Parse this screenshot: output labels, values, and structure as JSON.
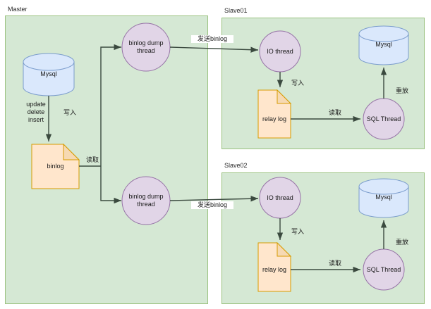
{
  "diagram": {
    "title_master": "Master",
    "title_slave01": "Slave01",
    "title_slave02": "Slave02",
    "colors": {
      "panel_fill": "#d5e8d4",
      "panel_stroke": "#9ac27f",
      "db_fill": "#dae8fc",
      "db_stroke": "#7a9ccc",
      "thread_fill": "#e1d5e7",
      "thread_stroke": "#9673a6",
      "note_fill": "#ffe6cc",
      "note_stroke": "#d79b00",
      "edge_stroke": "#3b4a3f",
      "text": "#1a1a1a"
    }
  },
  "master": {
    "mysql_label": "Mysql",
    "binlog_label": "binlog",
    "dump_thread_top_label": "binlog dump\nthread",
    "dump_thread_bottom_label": "binlog dump\nthread",
    "edge_update": "update\ndelete\ninsert",
    "edge_write": "写入",
    "edge_read": "读取"
  },
  "slave01": {
    "io_thread_label": "IO thread",
    "relay_log_label": "relay log",
    "sql_thread_label": "SQL Thread",
    "mysql_label": "Mysql",
    "edge_send_binlog": "发送binlog",
    "edge_write": "写入",
    "edge_read": "读取",
    "edge_replay": "重放"
  },
  "slave02": {
    "io_thread_label": "IO thread",
    "relay_log_label": "relay log",
    "sql_thread_label": "SQL Thread",
    "mysql_label": "Mysql",
    "edge_send_binlog": "发送binlog",
    "edge_write": "写入",
    "edge_read": "读取",
    "edge_replay": "重放"
  }
}
